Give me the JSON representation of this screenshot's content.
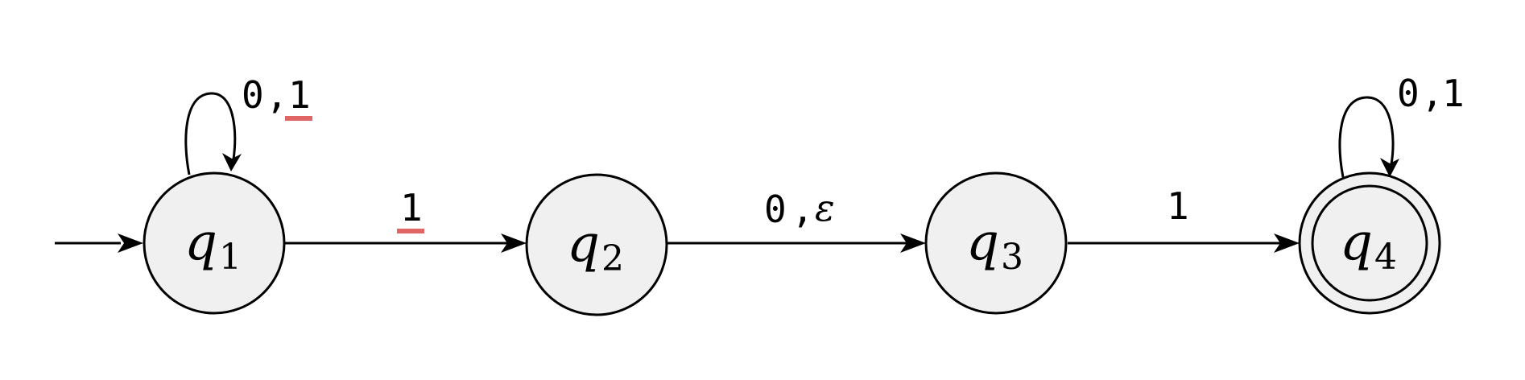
{
  "diagram": {
    "type": "finite automaton",
    "highlight_color": "#e06666",
    "node_fill": "#f0f0f0",
    "start_state": "q1",
    "accept_states": [
      "q4"
    ],
    "states": [
      {
        "id": "q1",
        "symbol": "q",
        "subscript": "1"
      },
      {
        "id": "q2",
        "symbol": "q",
        "subscript": "2"
      },
      {
        "id": "q3",
        "symbol": "q",
        "subscript": "3"
      },
      {
        "id": "q4",
        "symbol": "q",
        "subscript": "4"
      }
    ],
    "transitions": [
      {
        "from": "q1",
        "to": "q1",
        "label_parts": [
          "0",
          ",",
          "1"
        ],
        "highlighted": "1"
      },
      {
        "from": "q1",
        "to": "q2",
        "label_parts": [
          "1"
        ],
        "highlighted": "1"
      },
      {
        "from": "q2",
        "to": "q3",
        "label_parts": [
          "0",
          ",",
          "ε"
        ]
      },
      {
        "from": "q3",
        "to": "q4",
        "label_parts": [
          "1"
        ]
      },
      {
        "from": "q4",
        "to": "q4",
        "label_parts": [
          "0",
          ",",
          "1"
        ]
      }
    ]
  }
}
